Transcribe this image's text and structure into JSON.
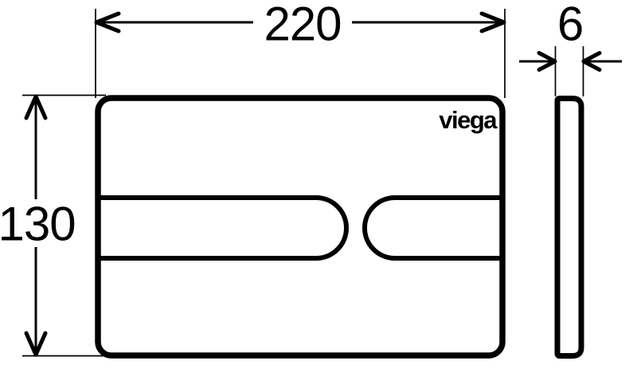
{
  "drawing": {
    "brand": "viega",
    "dimensions": {
      "width": "220",
      "height": "130",
      "depth": "6"
    }
  },
  "colors": {
    "line": "#000000",
    "background": "#ffffff"
  }
}
